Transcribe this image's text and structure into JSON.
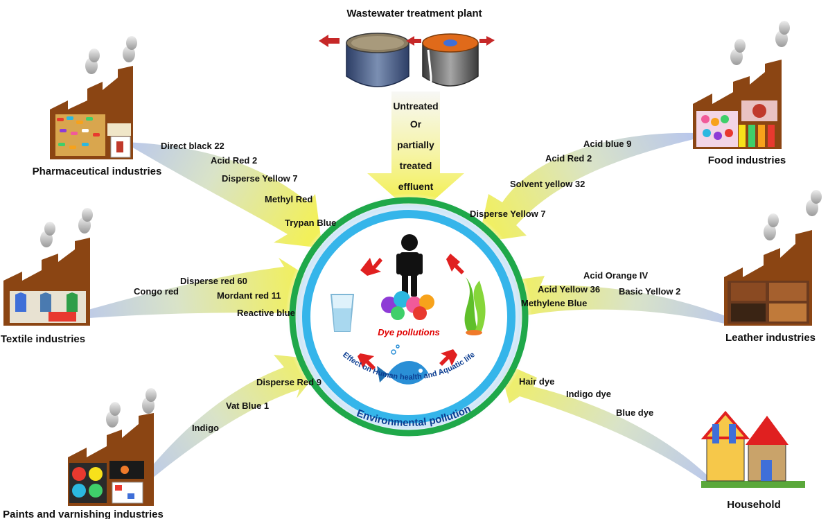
{
  "wastewater": {
    "title": "Wastewater treatment plant",
    "effluent_lines": [
      "Untreated",
      "Or",
      "partially",
      "treated",
      "effluent"
    ]
  },
  "sources": {
    "pharmaceutical": {
      "title": "Pharmaceutical industries",
      "dyes": [
        "Direct black 22",
        "Acid Red 2",
        "Disperse Yellow 7",
        "Methyl Red",
        "Trypan Blue"
      ]
    },
    "food": {
      "title": "Food industries",
      "dyes": [
        "Acid blue 9",
        "Acid Red 2",
        "Solvent yellow 32",
        "Disperse Yellow 7"
      ]
    },
    "textile": {
      "title": "Textile industries",
      "dyes": [
        "Congo red",
        "Disperse red 60",
        "Mordant red 11",
        "Reactive blue"
      ]
    },
    "leather": {
      "title": "Leather industries",
      "dyes": [
        "Acid Orange IV",
        "Acid Yellow 36",
        "Basic Yellow 2",
        "Methylene Blue"
      ]
    },
    "paints": {
      "title": "Paints and varnishing industries",
      "dyes": [
        "Disperse Red 9",
        "Vat Blue 1",
        "Indigo"
      ]
    },
    "household": {
      "title": "Household",
      "dyes": [
        "Hair dye",
        "Indigo dye",
        "Blue dye"
      ]
    }
  },
  "center": {
    "dye_pollutions": "Dye pollutions",
    "inner_arc": "Effect on Human health and Aquatic life",
    "outer_arc": "Environmental pollution"
  },
  "colors": {
    "factory": "#8b4513",
    "smoke": "#c8c8c8",
    "arrow_yellow": "#f1f05a",
    "arrow_blue": "#b9c7ec",
    "ring_green": "#1fa84a",
    "ring_blue": "#35b5ea",
    "red_arrow": "#e02020",
    "inner_text": "#0b3d91",
    "outer_text": "#0b3d91",
    "dye_pollutions_text": "#e00000"
  }
}
